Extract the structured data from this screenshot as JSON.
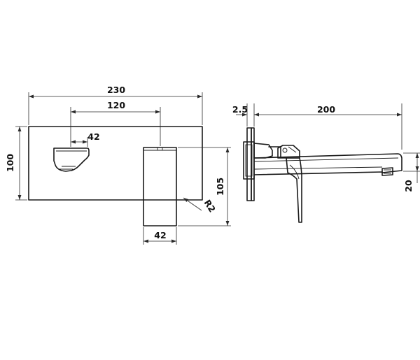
{
  "dimensions": {
    "plate_width": "230",
    "lever_offset": "120",
    "spout_width": "42",
    "plate_height": "100",
    "lever_width": "42",
    "lever_height": "105",
    "radius": "R2",
    "projection": "200",
    "plate_thickness": "2.5",
    "spout_height": "20"
  }
}
